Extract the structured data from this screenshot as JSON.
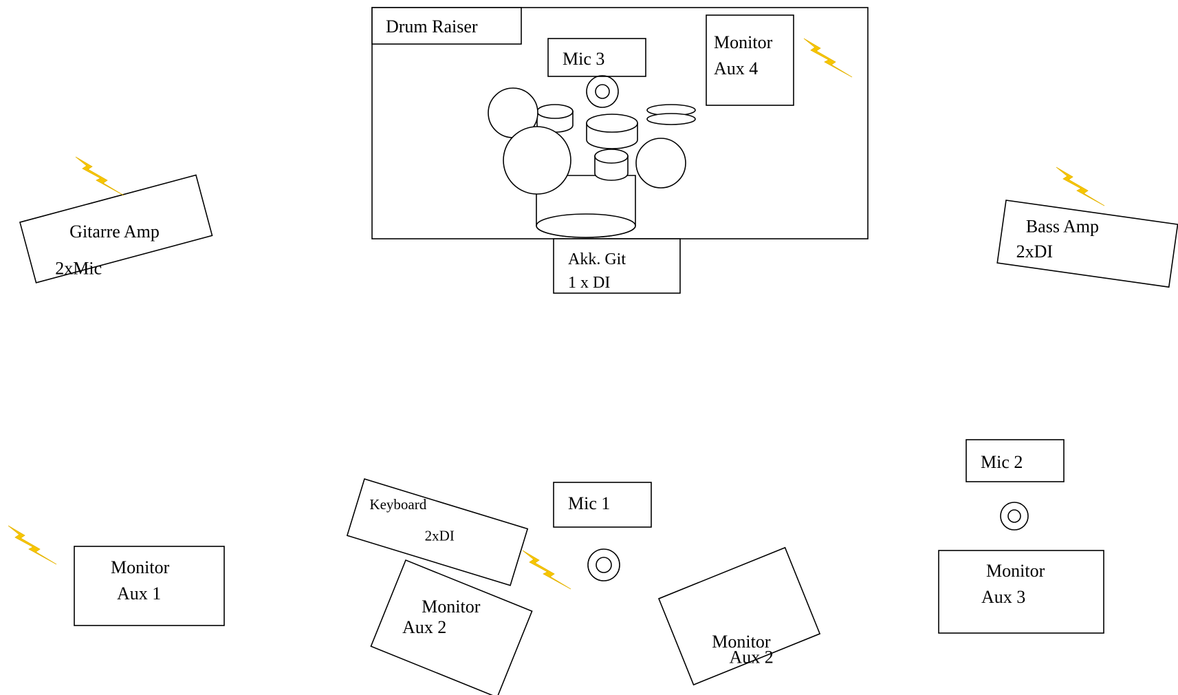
{
  "accent_colors": {
    "power": "#f7c600",
    "line": "#000000",
    "background": "#ffffff"
  },
  "drum_raiser": {
    "label": "Drum Raiser"
  },
  "mic3": {
    "label": "Mic 3"
  },
  "monitor_aux4": {
    "line1": "Monitor",
    "line2": "Aux 4"
  },
  "akk_git": {
    "line1": "Akk. Git",
    "line2": "1 x DI"
  },
  "gitarre_amp": {
    "line1": "Gitarre Amp",
    "line2": "2xMic"
  },
  "bass_amp": {
    "line1": "Bass Amp",
    "line2": "2xDI"
  },
  "mic2": {
    "label": "Mic 2"
  },
  "mic1": {
    "label": "Mic 1"
  },
  "keyboard": {
    "line1": "Keyboard",
    "line2": "2xDI"
  },
  "monitor_aux1": {
    "line1": "Monitor",
    "line2": "Aux 1"
  },
  "monitor_aux2_left": {
    "line1": "Monitor",
    "line2": "Aux 2"
  },
  "monitor_aux2_right": {
    "line1": "Monitor",
    "line2": "Aux 2"
  },
  "monitor_aux3": {
    "line1": "Monitor",
    "line2": "Aux 3"
  },
  "icons": {
    "power": "lightning-bolt-icon",
    "mic_stand": "microphone-stand-icon",
    "drum_kit": "drum-kit-icon"
  }
}
